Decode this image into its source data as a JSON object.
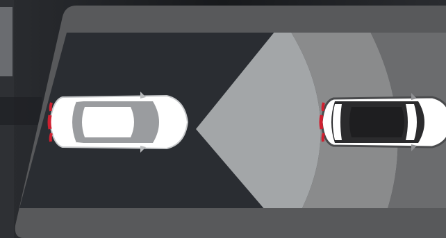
{
  "scene": {
    "kind": "adaptive-cruise-control-illustration",
    "colors": {
      "backdrop": "#16181b",
      "panel_frame": "#58595b",
      "road": "#2a2d32",
      "sensor_near": "#a3a6a8",
      "sensor_mid": "#8a8b8c",
      "sensor_far": "#6b6c6e",
      "ego_body": "#ffffff",
      "ego_glass": "#9a9c9f",
      "lead_body": "#ffffff",
      "lead_glass": "#2b2b2d",
      "tail_lights": "#d02030"
    },
    "ego_vehicle": {
      "icon": "car-top-view-white",
      "label_text": ""
    },
    "lead_vehicle": {
      "icon": "car-top-view-dark-roof",
      "label_text": ""
    },
    "sensor": {
      "icon": "radar-beam",
      "zones": 3
    }
  }
}
